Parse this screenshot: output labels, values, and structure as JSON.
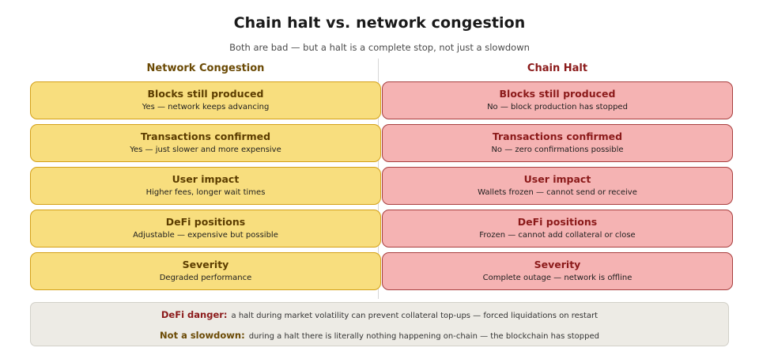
{
  "header": {
    "title": "Chain halt vs. network congestion",
    "subtitle": "Both are bad — but a halt is a complete stop, not just a slowdown"
  },
  "columns": {
    "left": {
      "heading": "Network Congestion",
      "accent": "#6b4a05",
      "card_fill": "#f8de7e",
      "card_border": "#d4a017",
      "rows": [
        {
          "title": "Blocks still produced",
          "desc": "Yes — network keeps advancing"
        },
        {
          "title": "Transactions confirmed",
          "desc": "Yes — just slower and more expensive"
        },
        {
          "title": "User impact",
          "desc": "Higher fees, longer wait times"
        },
        {
          "title": "DeFi positions",
          "desc": "Adjustable — expensive but possible"
        },
        {
          "title": "Severity",
          "desc": "Degraded performance"
        }
      ]
    },
    "right": {
      "heading": "Chain Halt",
      "accent": "#8b1a1a",
      "card_fill": "#f5b3b3",
      "card_border": "#a83f3f",
      "rows": [
        {
          "title": "Blocks still produced",
          "desc": "No — block production has stopped"
        },
        {
          "title": "Transactions confirmed",
          "desc": "No — zero confirmations possible"
        },
        {
          "title": "User impact",
          "desc": "Wallets frozen — cannot send or receive"
        },
        {
          "title": "DeFi positions",
          "desc": "Frozen — cannot add collateral or close"
        },
        {
          "title": "Severity",
          "desc": "Complete outage — network is offline"
        }
      ]
    }
  },
  "footer": {
    "lines": [
      {
        "label": "DeFi danger:",
        "text": "a halt during market volatility can prevent collateral top-ups — forced liquidations on restart"
      },
      {
        "label": "Not a slowdown:",
        "text": "during a halt there is literally nothing happening on-chain — the blockchain has stopped"
      }
    ]
  }
}
